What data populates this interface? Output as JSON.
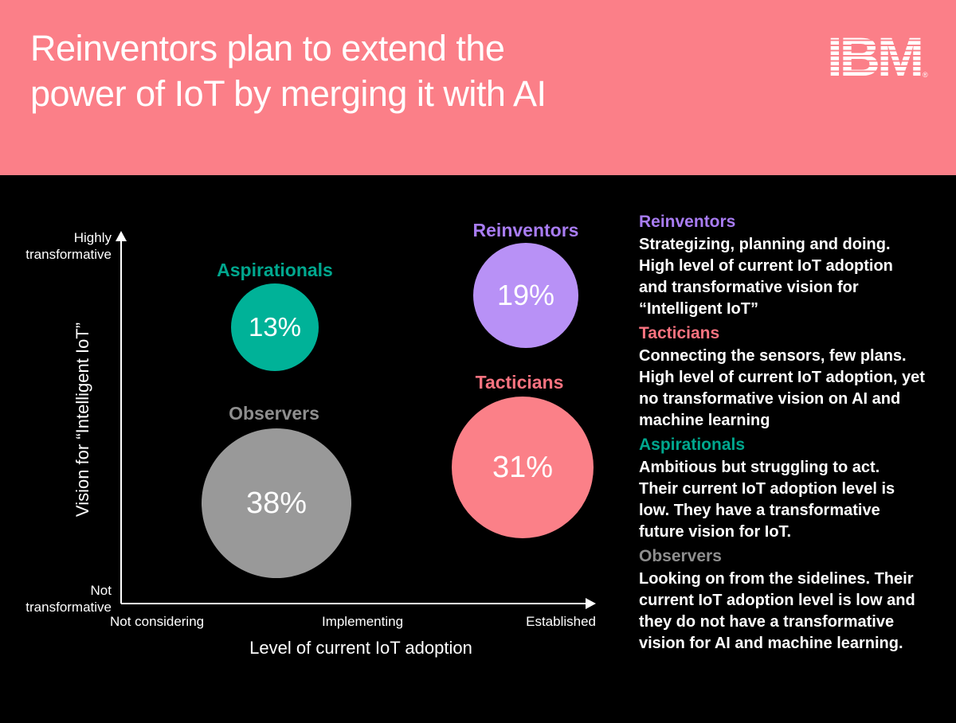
{
  "header": {
    "title_lines": [
      "Reinventors plan to extend the",
      "power of IoT by merging it with AI"
    ],
    "logo": {
      "text": "IBM",
      "registered_mark": "®"
    },
    "background_color": "#FB7F88",
    "text_color": "#FFFFFF"
  },
  "chart": {
    "y_axis": {
      "title": "Vision for “Intelligent IoT”",
      "top_label": "Highly transformative",
      "bottom_label": "Not transformative"
    },
    "x_axis": {
      "title": "Level of current IoT adoption",
      "tick_labels": [
        "Not considering",
        "Implementing",
        "Established"
      ]
    }
  },
  "chart_data": {
    "type": "scatter",
    "subtype": "bubble",
    "title": "Reinventors plan to extend the power of IoT by merging it with AI",
    "xlabel": "Level of current IoT adoption",
    "ylabel": "Vision for “Intelligent IoT”",
    "x_tick_labels": [
      "Not considering",
      "Implementing",
      "Established"
    ],
    "y_axis_endpoint_labels": [
      "Not transformative",
      "Highly transformative"
    ],
    "grid": false,
    "background_color": "#000000",
    "bubble_area_proportional_to_value": true,
    "series": [
      {
        "name": "Aspirationals",
        "value": 13,
        "unit": "%",
        "label": "13%",
        "x_rel": 0.33,
        "y_rel": 0.75,
        "color": "#00B298",
        "label_color": "#00A78E"
      },
      {
        "name": "Reinventors",
        "value": 19,
        "unit": "%",
        "label": "19%",
        "x_rel": 0.87,
        "y_rel": 0.84,
        "color": "#B891F6",
        "label_color": "#A87CF2"
      },
      {
        "name": "Observers",
        "value": 38,
        "unit": "%",
        "label": "38%",
        "x_rel": 0.33,
        "y_rel": 0.27,
        "color": "#999999",
        "label_color": "#8E8E8E"
      },
      {
        "name": "Tacticians",
        "value": 31,
        "unit": "%",
        "label": "31%",
        "x_rel": 0.86,
        "y_rel": 0.37,
        "color": "#FB8088",
        "label_color": "#FA7380"
      }
    ]
  },
  "legend": {
    "sections": [
      {
        "heading": "Reinventors",
        "color": "#A87CF2",
        "lines": [
          "Strategizing, planning and doing.",
          "High level of current IoT adoption",
          "and transformative vision for",
          "“Intelligent IoT”"
        ]
      },
      {
        "heading": "Tacticians",
        "color": "#FA7380",
        "lines": [
          "Connecting the sensors, few plans.",
          "High level of current IoT adoption, yet",
          "no transformative vision on AI and",
          "machine learning"
        ]
      },
      {
        "heading": "Aspirationals",
        "color": "#00A78E",
        "lines": [
          "Ambitious but struggling to act.",
          "Their current IoT adoption level is",
          "low. They have a transformative",
          "future vision for IoT."
        ]
      },
      {
        "heading": "Observers",
        "color": "#8E8E8E",
        "lines": [
          "Looking on from the sidelines. Their",
          "current IoT adoption level is low and",
          "they do not have a transformative",
          "vision for AI and machine learning."
        ]
      }
    ]
  }
}
